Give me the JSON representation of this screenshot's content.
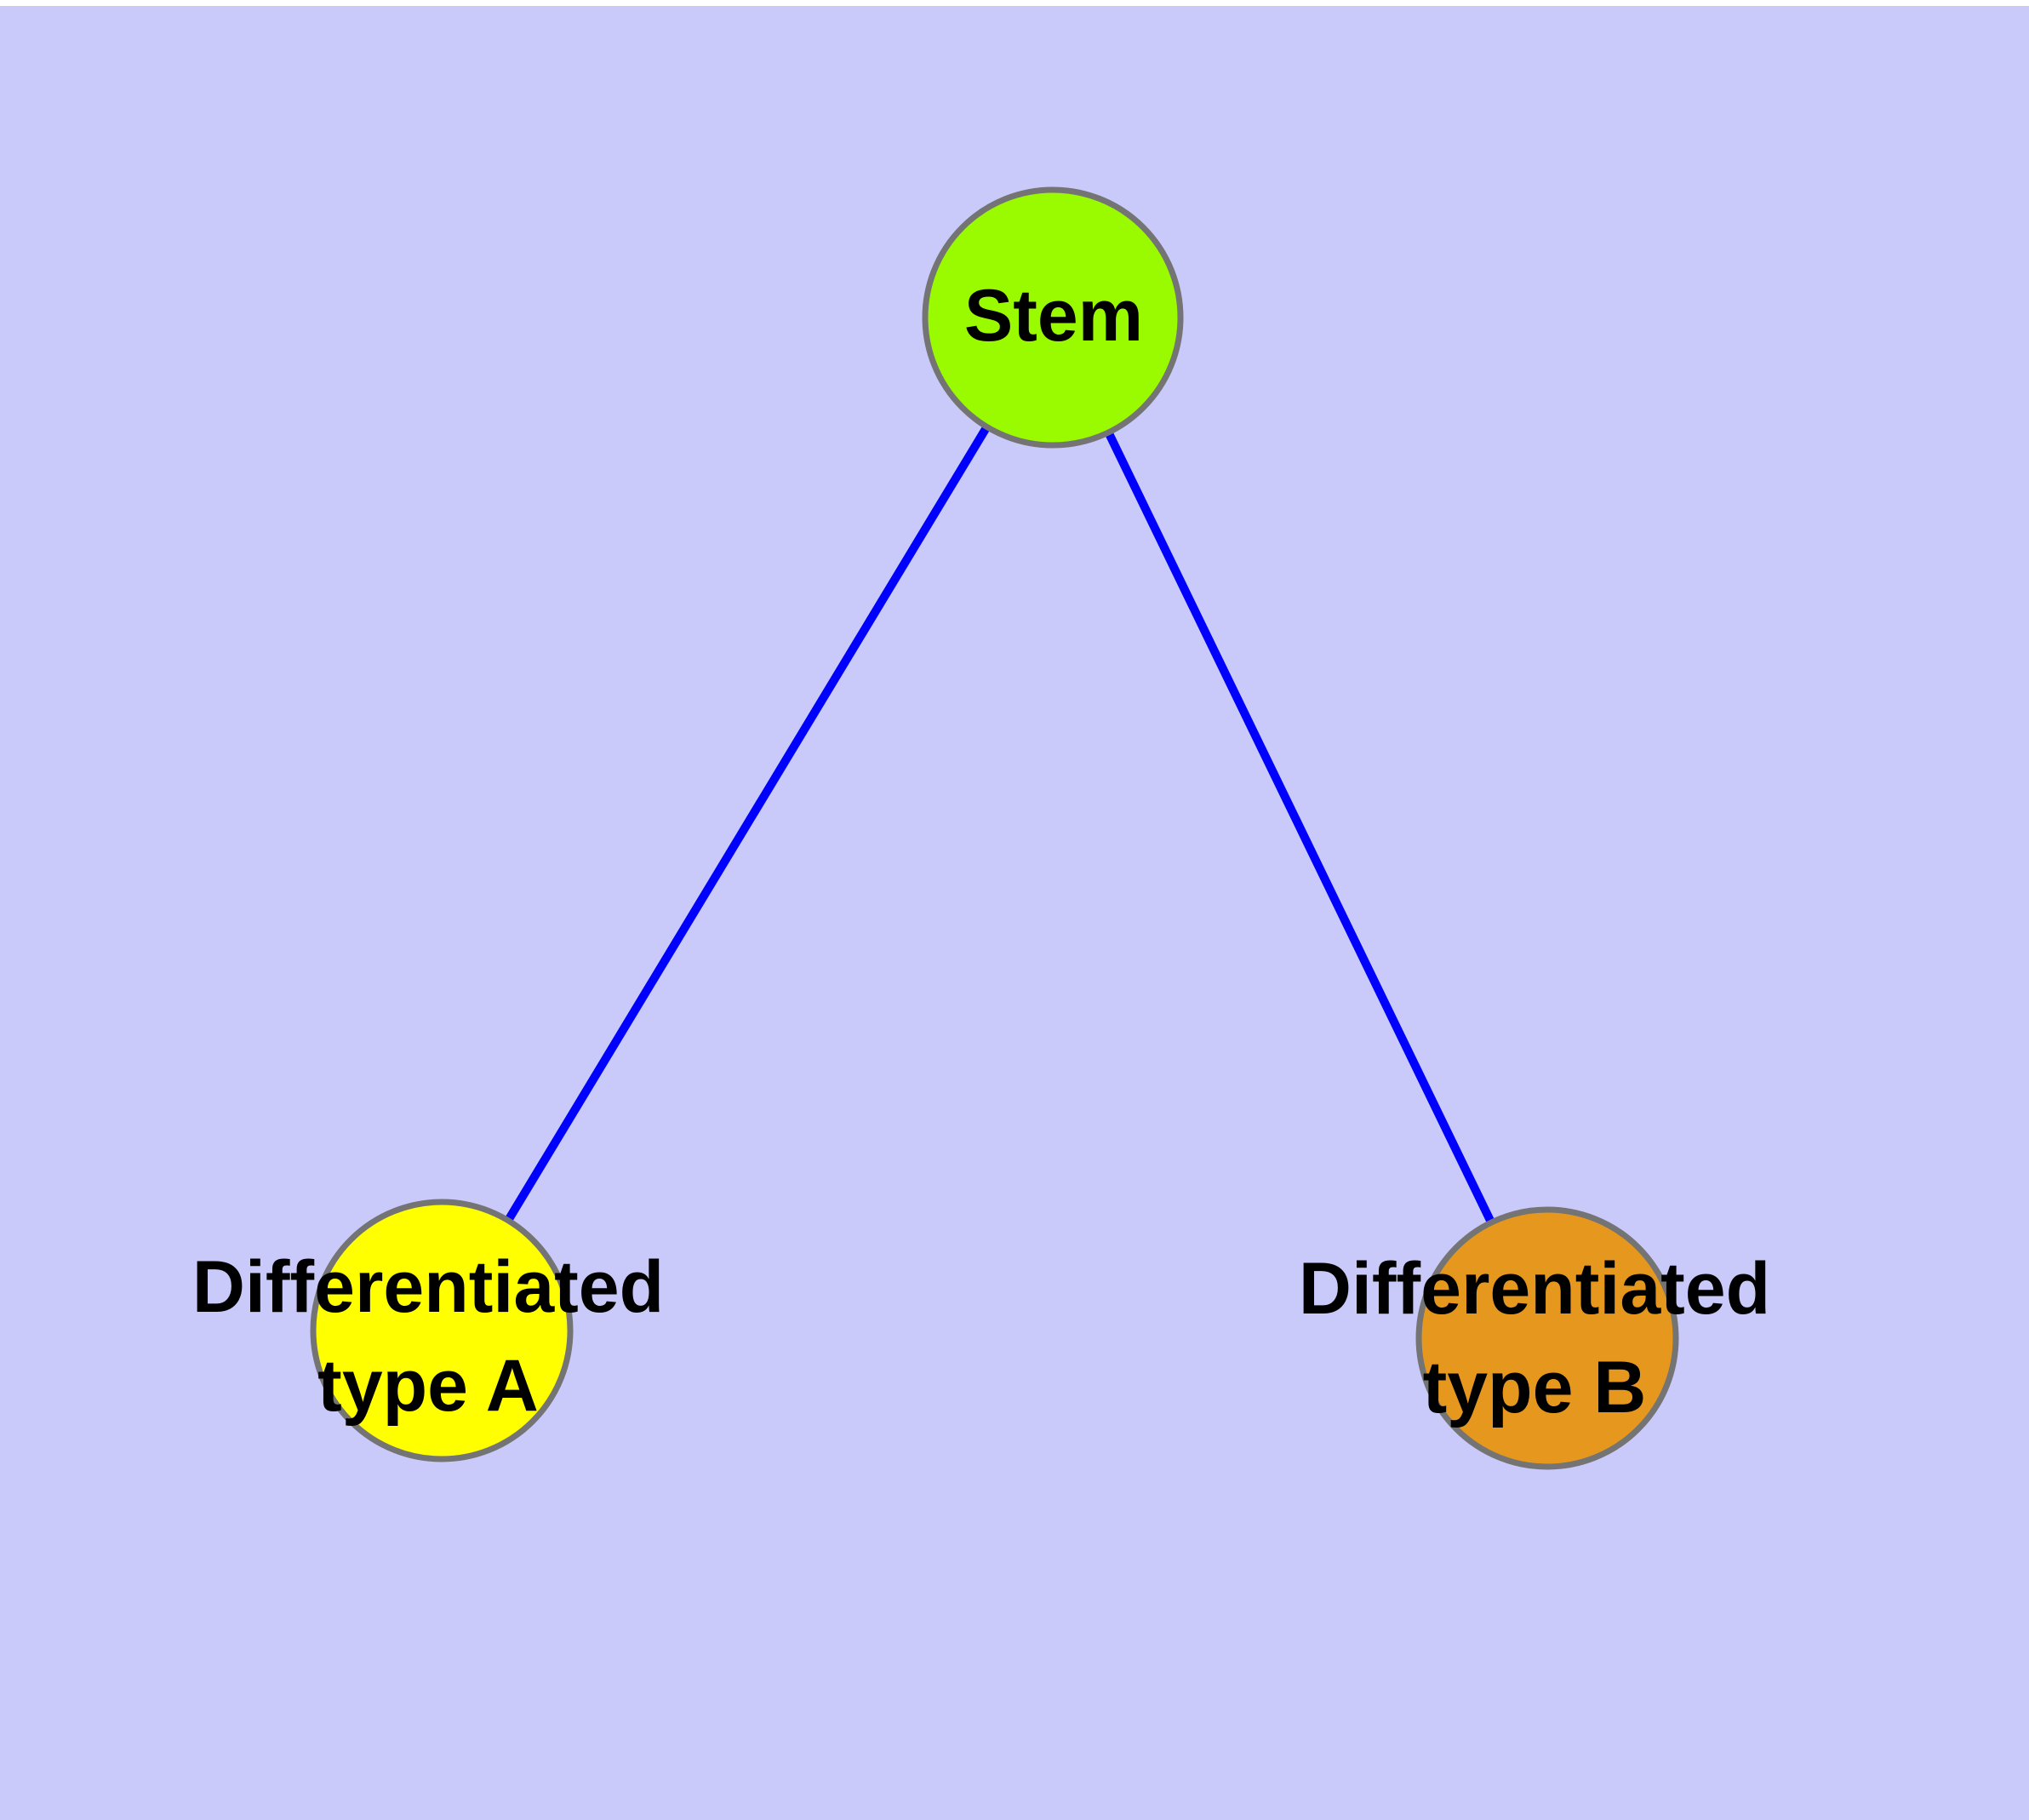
{
  "diagram": {
    "type": "node-link-tree",
    "background_color": "#CACAFA",
    "margin_color": "#FFFFFF",
    "edge_color": "#0000FF",
    "node_border_color": "#747474",
    "text_color": "#000000",
    "nodes": [
      {
        "id": "stem",
        "label": "Stem",
        "fill_color": "#9AFA00"
      },
      {
        "id": "differentiated-type-a",
        "label": "Differentiated\ntype A",
        "fill_color": "#FFFF00"
      },
      {
        "id": "differentiated-type-b",
        "label": "Differentiated\ntype B",
        "fill_color": "#E6981E"
      }
    ],
    "edges": [
      {
        "from": "stem",
        "to": "differentiated-type-a"
      },
      {
        "from": "stem",
        "to": "differentiated-type-b"
      }
    ]
  }
}
